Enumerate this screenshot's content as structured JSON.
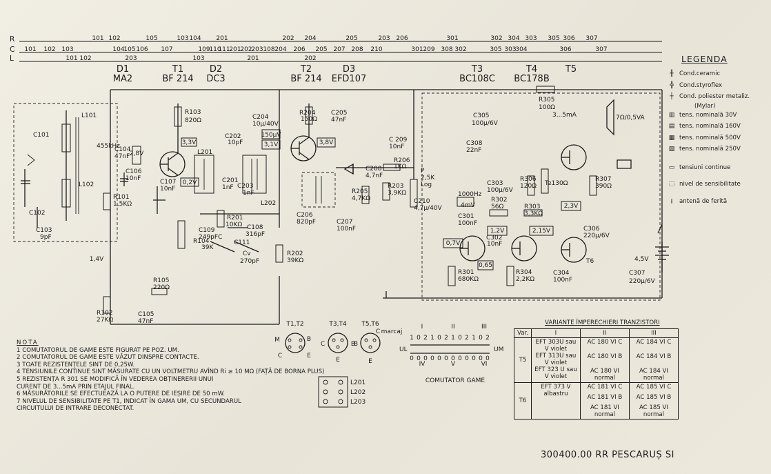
{
  "bus_lines": {
    "R": {
      "label": "R",
      "refs": [
        "101",
        "102",
        "105",
        "103",
        "104",
        "201",
        "202",
        "204",
        "205",
        "203",
        "206",
        "301",
        "302",
        "304",
        "303",
        "305",
        "306",
        "307"
      ]
    },
    "C": {
      "label": "C",
      "refs": [
        "101",
        "102",
        "103",
        "104",
        "105",
        "106",
        "107",
        "109",
        "110",
        "111",
        "201",
        "202",
        "203",
        "108",
        "204",
        "206",
        "205",
        "207",
        "208",
        "210",
        "301",
        "209",
        "308",
        "302",
        "305",
        "303",
        "304",
        "306",
        "307"
      ]
    },
    "L": {
      "label": "L",
      "refs": [
        "101",
        "102",
        "103",
        "201",
        "202",
        "203"
      ]
    }
  },
  "stages": [
    {
      "ref": "D1",
      "type": "MA2"
    },
    {
      "ref": "T1",
      "type": "BF 214"
    },
    {
      "ref": "D2",
      "type": "DC3"
    },
    {
      "ref": "T2",
      "type": "BF 214"
    },
    {
      "ref": "D3",
      "type": "EFD107"
    },
    {
      "ref": "T3",
      "type": "BC108C"
    },
    {
      "ref": "T4",
      "type": "BC178B"
    },
    {
      "ref": "T5",
      "type": ""
    }
  ],
  "components": [
    "R103",
    "820Ω",
    "C202",
    "10pF",
    "L201",
    "C201",
    "1nF",
    "C203",
    "1nF",
    "L202",
    "C204",
    "10µ/40V",
    "R204",
    "150Ω",
    "C205",
    "47nF",
    "C 209",
    "10nF",
    "C308",
    "22nF",
    "C305",
    "100µ/6V",
    "R305",
    "100Ω",
    "3...5mA",
    "7Ω/0,5VA",
    "C101",
    "L101",
    "455kHz",
    "C104",
    "47nF",
    "C106",
    "10nF",
    "C107",
    "10nF",
    "R101",
    "1,5KΩ",
    "L102",
    "C102",
    "C103",
    "9pF",
    "R201",
    "10KΩ",
    "C109",
    "249pFC",
    "C108",
    "316pF",
    "R104",
    "39K",
    "C111",
    "Cv",
    "270pF",
    "R105",
    "220Ω",
    "R102",
    "27KΩ",
    "C105",
    "47nF",
    "C208",
    "4,7nF",
    "R206",
    "1KΩ",
    "R205",
    "4,7KΩ",
    "R203",
    "3,9KΩ",
    "P",
    "2,5K",
    "Log",
    "C210",
    "4,7µ/40V",
    "C206",
    "820pF",
    "C207",
    "100nF",
    "R202",
    "39KΩ",
    "C303",
    "100µ/6V",
    "R306",
    "120Ω",
    "Te130Ω",
    "R307",
    "390Ω",
    "R302",
    "56Ω",
    "R303",
    "3,3KΩ",
    "C301",
    "100nF",
    "C302",
    "10nF",
    "R301",
    "680KΩ",
    "R304",
    "2,2KΩ",
    "C304",
    "100nF",
    "C306",
    "220µ/6V",
    "C307",
    "220µ/6V",
    "4,5V",
    "T6",
    "1000Hz",
    "4mV"
  ],
  "voltages": [
    "2,8V",
    "3,3V",
    "0,2V",
    "150µV",
    "3,1V",
    "3,8V",
    "2,3V",
    "1,2V",
    "2,15V",
    "0,7V",
    "0,65",
    "1,4V"
  ],
  "legend": {
    "title": "LEGENDA",
    "items": [
      "Cond.ceramic",
      "Cond.styroflex",
      "Cond. poliester metaliz.",
      "(Mylar)",
      "tens. nominală 30V",
      "tens. nominală 160V",
      "tens. nominală 500V",
      "tens. nominală 250V",
      "tensiuni continue",
      "nivel de sensibilitate",
      "antenă de ferită"
    ]
  },
  "notes": {
    "title": "NOTA",
    "items": [
      "1 COMUTATORUL DE GAME ESTE FIGURAT PE POZ. UM.",
      "2 COMUTATORUL DE GAME ESTE VĂZUT DINSPRE CONTACTE.",
      "3 TOATE REZISTENȚELE SINT DE 0,25W.",
      "4 TENSIUNILE CONTINUE SINT MĂSURATE CU UN VOLTMETRU AVÎND Ri ≥ 10 MΩ (FAȚĂ DE BORNA PLUS)",
      "5 REZISTENȚA R 301 SE MODIFICĂ ÎN VEDEREA OBȚINERERII UNUI",
      "  CURENT DE 3...5mA PRIN ETAJUL FINAL.",
      "6 MĂSURĂTORILE SE EFECTUEAZĂ LA O PUTERE DE IEȘIRE DE 50 mW.",
      "7 NIVELUL DE SENSIBILITATE PE T1, INDICAT ÎN GAMA UM, CU SECUNDARUL",
      "  CIRCUITULUI DE INTRARE DECONECTAT."
    ]
  },
  "pinouts": {
    "t1t2": {
      "label": "T1,T2",
      "pins": [
        "M",
        "B",
        "C",
        "E"
      ]
    },
    "t3t4": {
      "label": "T3,T4",
      "pins": [
        "C",
        "B",
        "E"
      ]
    },
    "t5t6": {
      "label": "T5,T6",
      "pins": [
        "C",
        "marcaj",
        "B",
        "E"
      ]
    },
    "coils": [
      "L201",
      "L202",
      "L203"
    ]
  },
  "switch": {
    "label": "COMUTATOR GAME",
    "columns": [
      "I",
      "II",
      "III",
      "IV",
      "V",
      "VI"
    ],
    "positions": [
      "UL",
      "UM"
    ]
  },
  "variant_table": {
    "title": "VARIANTE ÎMPERECHIERI TRANZISTORI",
    "headers": [
      "Var.",
      "I",
      "II",
      "III"
    ],
    "rows": [
      {
        "ref": "T5",
        "cells": [
          [
            "EFT 303U sau",
            "V violet",
            "EFT 313U sau",
            "V violet",
            "EFT 323 U sau",
            "V violet"
          ],
          [
            "AC 180 VI C",
            "AC 180 VI B",
            "AC 180 VI",
            "normal"
          ],
          [
            "AC 184 VI C",
            "AC 184 VI B",
            "AC 184 VI",
            "normal"
          ]
        ]
      },
      {
        "ref": "T6",
        "cells": [
          [
            "EFT 373 V",
            "albastru"
          ],
          [
            "AC 181 VI C",
            "AC 181 VI B",
            "AC 181 VI",
            "normal"
          ],
          [
            "AC 185 VI C",
            "AC 185 VI B",
            "AC 185 VI",
            "normal"
          ]
        ]
      }
    ]
  },
  "footer": {
    "code": "300400.00 RR PESCARUȘ SI"
  }
}
